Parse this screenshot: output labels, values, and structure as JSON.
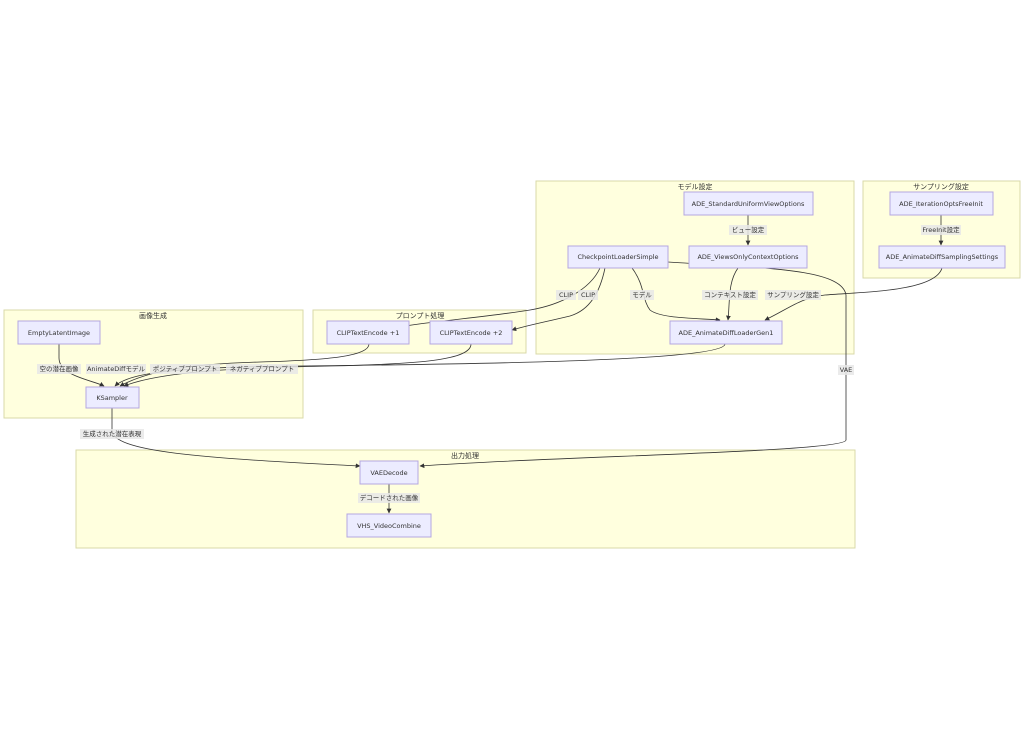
{
  "subgraphs": {
    "model": "モデル設定",
    "sampling": "サンプリング設定",
    "prompt": "プロンプト処理",
    "image": "画像生成",
    "output": "出力処理"
  },
  "nodes": {
    "uniform_view": "ADE_StandardUniformViewOptions",
    "views_only": "ADE_ViewsOnlyContextOptions",
    "checkpoint": "CheckpointLoaderSimple",
    "animatediff_loader": "ADE_AnimateDiffLoaderGen1",
    "freeinit": "ADE_IterationOptsFreeInit",
    "sampling_settings": "ADE_AnimateDiffSamplingSettings",
    "clip1": "CLIPTextEncode +1",
    "clip2": "CLIPTextEncode +2",
    "empty_latent": "EmptyLatentImage",
    "ksampler": "KSampler",
    "vae_decode": "VAEDecode",
    "video_combine": "VHS_VideoCombine"
  },
  "edge_labels": {
    "view_setting": "ビュー設定",
    "freeinit_setting": "FreeInit設定",
    "clip_a": "CLIP",
    "clip_b": "CLIP",
    "model": "モデル",
    "context": "コンテキスト設定",
    "sampling": "サンプリング設定",
    "vae": "VAE",
    "empty_latent": "空の潜在画像",
    "animatediff_model": "AnimateDiffモデル",
    "positive": "ポジティブプロンプト",
    "negative": "ネガティブプロンプト",
    "generated_latent": "生成された潜在表現",
    "decoded_image": "デコードされた画像"
  }
}
